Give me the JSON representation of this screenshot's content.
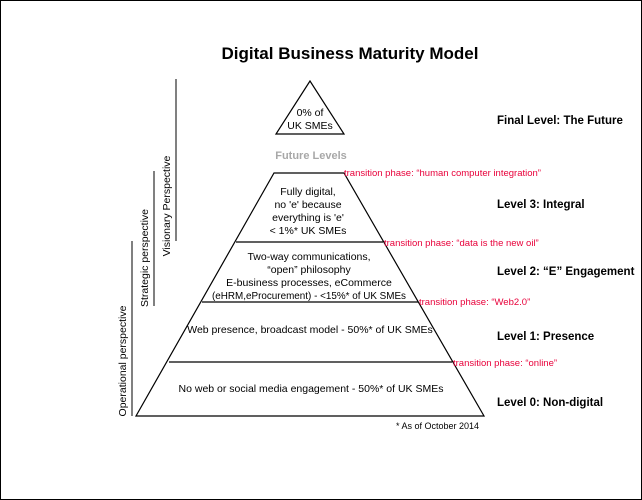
{
  "title": "Digital Business Maturity Model",
  "top_triangle": {
    "lines": [
      "0% of",
      "UK SMEs"
    ]
  },
  "future_levels_label": "Future Levels",
  "tiers": [
    {
      "lines": [
        "Fully digital,",
        "no 'e' because",
        "everything is 'e'",
        "< 1%* UK SMEs"
      ]
    },
    {
      "lines": [
        "Two-way communications,",
        "“open” philosophy",
        "E-business processes, eCommerce",
        "(eHRM,eProcurement) - <15%* of UK SMEs"
      ]
    },
    {
      "lines": [
        "Web presence, broadcast model - 50%* of UK SMEs"
      ]
    },
    {
      "lines": [
        "No web or social media engagement - 50%* of UK SMEs"
      ]
    }
  ],
  "transitions": [
    "transition phase: “human computer integration”",
    "transition phase: “data is the new oil”",
    "transition phase: “Web2.0”",
    "transition phase: “online”"
  ],
  "levels": [
    "Final Level: The Future",
    "Level 3: Integral",
    "Level 2: “E” Engagement",
    "Level 1: Presence",
    "Level 0: Non-digital"
  ],
  "perspectives": {
    "visionary": "Visionary Perspective",
    "strategic": "Strategic perspective",
    "operational": "Operational perspective"
  },
  "footnote": "* As of October 2014",
  "colors": {
    "transition": "#e8003a",
    "future": "#a8a8a8",
    "line": "#000000"
  }
}
